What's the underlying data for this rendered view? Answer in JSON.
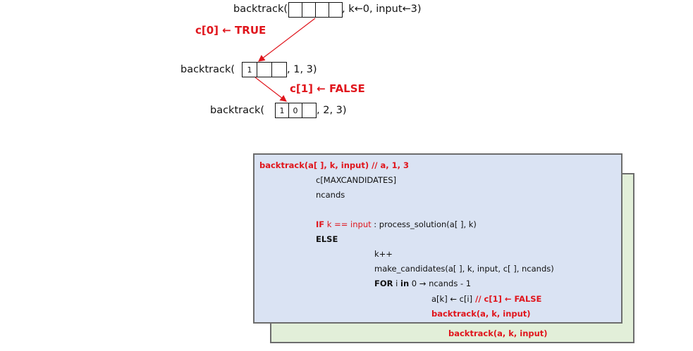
{
  "tree": {
    "root": {
      "fn": "backtrack(",
      "args": ", k←0, input←3)",
      "cells": [
        "",
        "",
        "",
        ""
      ]
    },
    "edge1_label": "c[0] ← TRUE",
    "level1": {
      "fn": "backtrack(",
      "args": ", 1, 3)",
      "cells": [
        "1",
        "",
        ""
      ]
    },
    "edge2_label": "c[1] ← FALSE",
    "level2": {
      "fn": "backtrack(",
      "args": ", 2, 3)",
      "cells": [
        "1",
        "0",
        ""
      ]
    }
  },
  "code": {
    "header": "backtrack(a[ ], k, input)  // a, 1, 3",
    "line_c": "c[MAXCANDIDATES]",
    "line_ncands": "ncands",
    "if_kw": "IF",
    "if_cond": " k == input",
    "if_rest": " :  process_solution(a[ ], k)",
    "else_kw": "ELSE",
    "kpp": "k++",
    "make": "make_candidates(a[ ], k, input, c[ ], ncands)",
    "for_kw": "FOR",
    "for_i": " i ",
    "for_in": "in",
    "for_rest": " 0 → ncands - 1",
    "assign": "a[k] ← c[i]",
    "assign_comment": "  // c[1] ← FALSE",
    "recurse": "backtrack(a, k, input)",
    "back_recurse": "backtrack(a, k, input)"
  },
  "colors": {
    "front_bg": "#dae3f3",
    "back_bg": "#e2efd9",
    "accent": "#e0151c",
    "border": "#6d6d6d"
  }
}
